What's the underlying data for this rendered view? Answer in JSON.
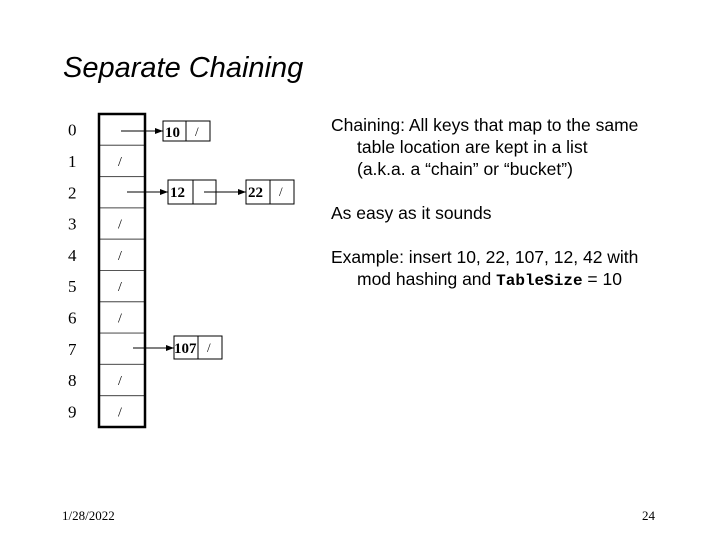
{
  "title": "Separate Chaining",
  "table": {
    "indices": [
      "0",
      "1",
      "2",
      "3",
      "4",
      "5",
      "6",
      "7",
      "8",
      "9"
    ],
    "null_marker": "/",
    "null_slots": [
      1,
      3,
      4,
      5,
      6,
      8,
      9
    ]
  },
  "nodes": {
    "n10": "10",
    "n12": "12",
    "n22": "22",
    "n107": "107"
  },
  "text": {
    "b1_line1": "Chaining: All keys that map to the same",
    "b1_line2": "table location are kept in a list",
    "b1_line3": "(a.k.a. a “chain” or “bucket”)",
    "b2": "As easy as it sounds",
    "b3_line1": "Example: insert 10, 22, 107, 12, 42 with",
    "b3_line2_a": "mod hashing and ",
    "b3_line2_code": "TableSize",
    "b3_line2_b": " = 10"
  },
  "footer": {
    "date": "1/28/2022",
    "page": "24"
  }
}
